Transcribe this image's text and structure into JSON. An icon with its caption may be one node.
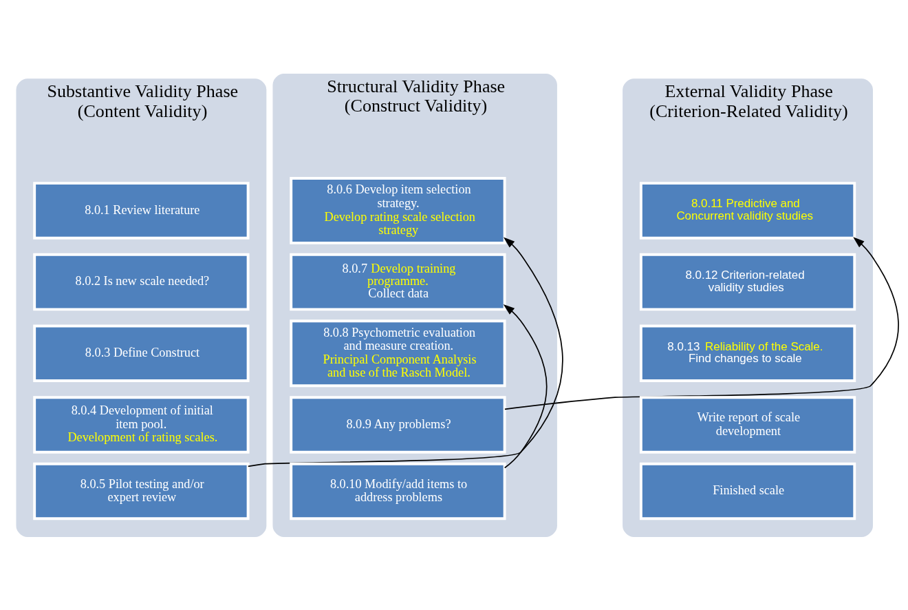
{
  "diagram": {
    "nodes": [
      {
        "text": [
          "Substantive Validity Phase",
          "(Content Validity)"
        ]
      },
      {
        "text": [
          "8.0.1 Review literature"
        ],
        "in": 0
      },
      {
        "text": [
          "8.0.2 Is new scale needed?"
        ],
        "in": 0
      },
      {
        "text": [
          "8.0.3 Define Construct"
        ],
        "in": 0
      },
      {
        "text": [
          "8.0.4 Development of initial item pool.",
          "Development of rating scales."
        ],
        "in": 0
      },
      {
        "text": [
          "8.0.5 Pilot testing and/or expert review"
        ],
        "in": 0
      },
      {
        "text": [
          "Structural Validity Phase",
          "(Construct Validity)"
        ]
      },
      {
        "text": [
          "8.0.6 Develop item selection strategy.",
          "Develop rating scale selection strategy"
        ],
        "in": 6
      },
      {
        "text": [
          "8.0.7 Develop training programme.",
          "Collect data"
        ],
        "in": 6
      },
      {
        "text": [
          "8.0.8 Psychometric evaluation and measure creation.",
          "Principal Component Analysis and use of the Rasch Model."
        ],
        "in": 6
      },
      {
        "text": [
          "8.0.9 Any problems?"
        ],
        "in": 6
      },
      {
        "text": [
          "8.0.10 Modify/add items to address problems"
        ],
        "in": 6
      },
      {
        "text": [
          "External Validity Phase",
          "(Criterion-Related Validity)"
        ]
      },
      {
        "text": [
          "8.0.11 Predictive and Concurrent validity studies"
        ],
        "in": 12
      },
      {
        "text": [
          "8.0.12 Criterion-related validity studies"
        ],
        "in": 12
      },
      {
        "text": [
          "8.0.13 Reliability of the Scale.",
          "Find changes to scale"
        ],
        "in": 12
      },
      {
        "text": [
          "Write report of scale development"
        ],
        "in": 12
      },
      {
        "text": [
          "Finished scale"
        ],
        "in": 12
      }
    ],
    "edges": [
      {
        "from": 5,
        "to": 7,
        "arrow": "to"
      },
      {
        "from": 11,
        "to": 8,
        "arrow": "to"
      },
      {
        "from": 10,
        "to": 13,
        "arrow": "to"
      }
    ]
  }
}
